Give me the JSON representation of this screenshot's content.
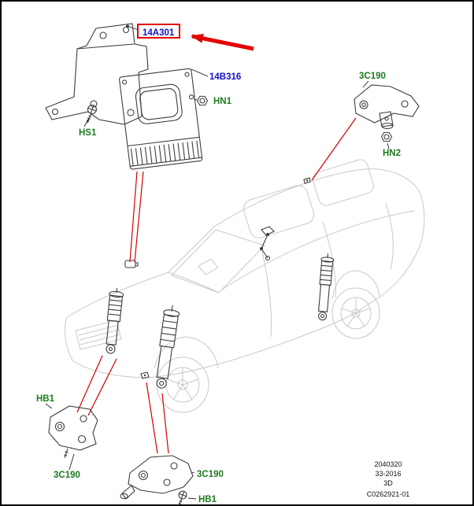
{
  "diagram": {
    "type": "vehicle-parts-diagram",
    "highlighted_part": "14A301",
    "labels": {
      "part_14a301": "14A301",
      "part_14b316": "14B316",
      "hn1": "HN1",
      "hs1": "HS1",
      "c3190_top_right": "3C190",
      "hn2": "HN2",
      "hb1_left": "HB1",
      "c3190_bottom_left": "3C190",
      "c3190_bottom_center": "3C190",
      "hb1_bottom": "HB1"
    },
    "colors": {
      "label_green": "#1d7a1d",
      "label_blue": "#1212cc",
      "highlight_red": "#e50000",
      "leader_red": "#d40000",
      "part_stroke": "#3d3d3d",
      "vehicle_stroke": "#c9c9c9"
    },
    "footer": {
      "code": "2040320",
      "sheet": "33-2016",
      "view": "3D",
      "drawing_number": "C0262921-01"
    }
  }
}
